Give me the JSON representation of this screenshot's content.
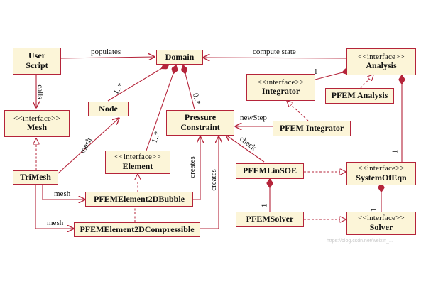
{
  "classes": {
    "user_script": {
      "name": "User\nScript"
    },
    "domain": {
      "name": "Domain"
    },
    "analysis": {
      "stereotype": "<<interface>>",
      "name": "Analysis"
    },
    "integrator": {
      "stereotype": "<<interface>>",
      "name": "Integrator"
    },
    "pfem_analysis": {
      "name": "PFEM Analysis"
    },
    "mesh": {
      "stereotype": "<<interface>>",
      "name": "Mesh"
    },
    "node": {
      "name": "Node"
    },
    "pressure_constraint": {
      "name": "Pressure\nConstraint"
    },
    "pfem_integrator": {
      "name": "PFEM Integrator"
    },
    "element": {
      "stereotype": "<<interface>>",
      "name": "Element"
    },
    "trimesh": {
      "name": "TriMesh"
    },
    "pfem_linsoe": {
      "name": "PFEMLinSOE"
    },
    "system_of_eqn": {
      "stereotype": "<<interface>>",
      "name": "SystemOfEqn"
    },
    "pfem_bubble": {
      "name": "PFEMElement2DBubble"
    },
    "pfem_solver": {
      "name": "PFEMSolver"
    },
    "solver": {
      "stereotype": "<<interface>>",
      "name": "Solver"
    },
    "pfem_compressible": {
      "name": "PFEMElement2DCompressible"
    }
  },
  "relations": {
    "populates": "populates",
    "compute_state": "compute state",
    "calls": "calls",
    "mesh_node": "mesh",
    "mesh_bubble": "mesh",
    "mesh_compressible": "mesh",
    "creates_bubble": "creates",
    "creates_compressible": "creates",
    "new_step": "newStep",
    "check": "check"
  },
  "multiplicities": {
    "domain_node": "1..*",
    "domain_element": "1..*",
    "domain_pressure": "0..*",
    "analysis_integrator": "1",
    "analysis_soe": "1",
    "linsoe_solver": "1",
    "solver_soe": "1"
  },
  "watermark": "https://blog.csdn.net/weixin_...",
  "colors": {
    "line": "#b5243a",
    "box_fill": "#fcf5d8",
    "box_border": "#b5243a",
    "text": "#111111"
  }
}
